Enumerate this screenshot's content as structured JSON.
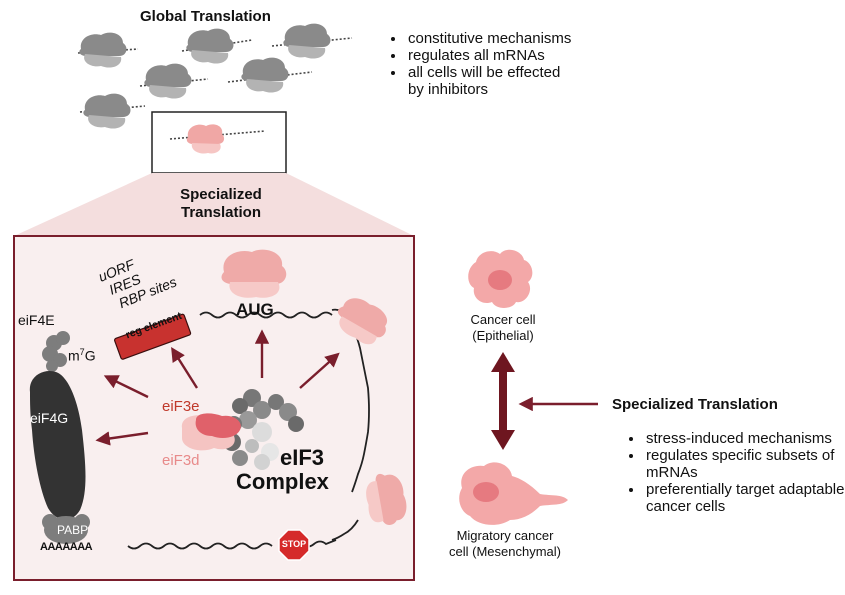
{
  "global": {
    "title": "Global Translation",
    "bullets": [
      "constitutive mechanisms",
      "regulates all mRNAs",
      "all cells will be effected",
      "by inhibitors"
    ]
  },
  "specialized_top": {
    "title_line1": "Specialized",
    "title_line2": "Translation"
  },
  "panel": {
    "reg_labels": [
      "uORF",
      "IRES",
      "RBP sites"
    ],
    "reg_element": "reg element",
    "aug": "AUG",
    "eif4e": "eiF4E",
    "m7g_base": "m",
    "m7g_sup": "7",
    "m7g_end": "G",
    "eif4g": "eiF4G",
    "eif3e": "eiF3e",
    "eif3d": "eiF3d",
    "eif3_line1": "eIF3",
    "eif3_line2": "Complex",
    "pabp": "PABP",
    "polya": "AAAAAAA",
    "stop": "STOP"
  },
  "cells": {
    "epithelial_line1": "Cancer cell",
    "epithelial_line2": "(Epithelial)",
    "mesenchymal_line1": "Migratory cancer",
    "mesenchymal_line2": "cell (Mesenchymal)"
  },
  "specialized_right": {
    "title": "Specialized Translation",
    "bullets": [
      "stress-induced mechanisms",
      "regulates specific subsets of mRNAs",
      "preferentially target adaptable cancer cells"
    ]
  },
  "colors": {
    "accent": "#7a1e2c",
    "ribosome_pink": "#efaaa8",
    "reg_red": "#c8322f",
    "panel_bg": "#f9eeee"
  }
}
